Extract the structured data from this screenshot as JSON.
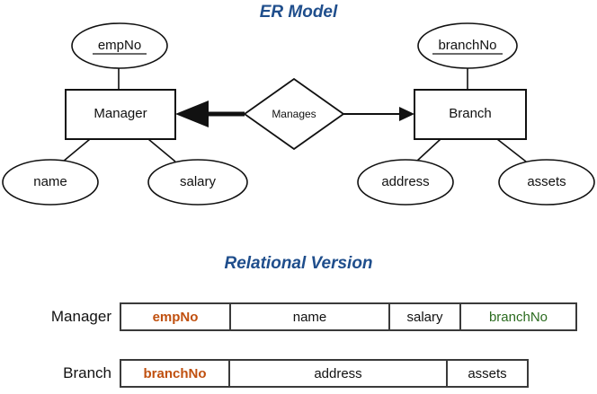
{
  "titles": {
    "er": "ER Model",
    "relational": "Relational Version",
    "title_color": "#1f4e8c"
  },
  "er_model": {
    "entities": [
      {
        "name": "Manager",
        "label": "Manager"
      },
      {
        "name": "Branch",
        "label": "Branch"
      }
    ],
    "relationship": {
      "name": "Manages",
      "label": "Manages"
    },
    "attributes": [
      {
        "name": "empNo",
        "label": "empNo",
        "entity": "Manager",
        "key": true
      },
      {
        "name": "name",
        "label": "name",
        "entity": "Manager",
        "key": false
      },
      {
        "name": "salary",
        "label": "salary",
        "entity": "Manager",
        "key": false
      },
      {
        "name": "branchNo",
        "label": "branchNo",
        "entity": "Branch",
        "key": true
      },
      {
        "name": "address",
        "label": "address",
        "entity": "Branch",
        "key": false
      },
      {
        "name": "assets",
        "label": "assets",
        "entity": "Branch",
        "key": false
      }
    ],
    "edges": {
      "manager_arrow": "thick-arrow-to-manager",
      "branch_arrow": "thin-arrow-to-branch"
    }
  },
  "relational": {
    "tables": [
      {
        "name": "Manager",
        "label": "Manager",
        "columns": [
          {
            "label": "empNo",
            "role": "primary-key"
          },
          {
            "label": "name",
            "role": "attribute"
          },
          {
            "label": "salary",
            "role": "attribute"
          },
          {
            "label": "branchNo",
            "role": "foreign-key"
          }
        ]
      },
      {
        "name": "Branch",
        "label": "Branch",
        "columns": [
          {
            "label": "branchNo",
            "role": "primary-key"
          },
          {
            "label": "address",
            "role": "attribute"
          },
          {
            "label": "assets",
            "role": "attribute"
          }
        ]
      }
    ],
    "colors": {
      "primary_key": "#c0500f",
      "foreign_key": "#2b6b1f",
      "attribute": "#111111",
      "border": "#3a3a3a"
    }
  }
}
